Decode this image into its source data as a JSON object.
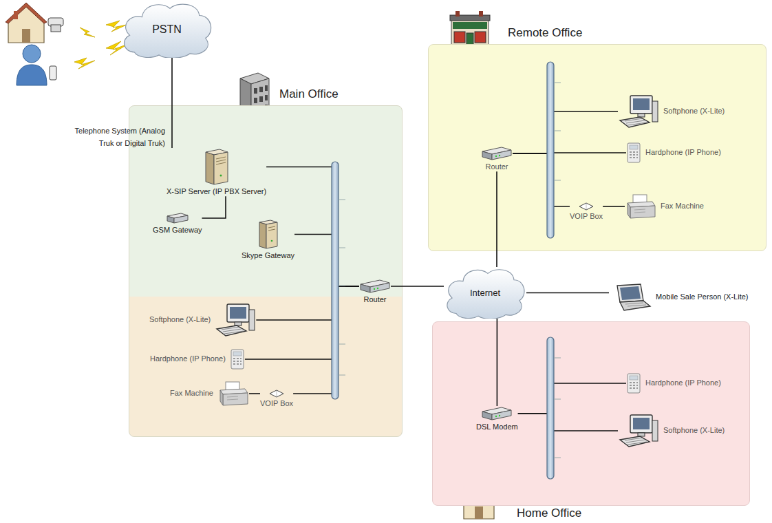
{
  "diagram": {
    "nodes": [
      {
        "text": [
          "PSTN"
        ]
      },
      {
        "text": [
          "Remote Office"
        ]
      },
      {
        "text": [
          "Main Office"
        ]
      },
      {
        "text": [
          "X-SIP Server (IP PBX Server)"
        ],
        "in": 2
      },
      {
        "text": [
          "GSM Gateway"
        ],
        "in": 2
      },
      {
        "text": [
          "Skype Gateway"
        ],
        "in": 2
      },
      {
        "text": [
          "Router"
        ],
        "in": 2
      },
      {
        "text": [
          "Softphone (X-Lite)"
        ],
        "in": 2
      },
      {
        "text": [
          "Hardphone (IP Phone)"
        ],
        "in": 2
      },
      {
        "text": [
          "Fax Machine"
        ],
        "in": 2
      },
      {
        "text": [
          "VOIP Box"
        ],
        "in": 2
      },
      {
        "text": [
          "Router"
        ],
        "in": 1
      },
      {
        "text": [
          "Softphone (X-Lite)"
        ],
        "in": 1
      },
      {
        "text": [
          "Hardphone (IP Phone)"
        ],
        "in": 1
      },
      {
        "text": [
          "Fax Machine"
        ],
        "in": 1
      },
      {
        "text": [
          "VOIP Box"
        ],
        "in": 1
      },
      {
        "text": [
          "Internet"
        ]
      },
      {
        "text": [
          "Mobile Sale Person (X-Lite)"
        ]
      },
      {
        "text": [
          "Home Office"
        ]
      },
      {
        "text": [
          "DSL Modem"
        ],
        "in": 18
      },
      {
        "text": [
          "Hardphone (IP Phone)"
        ],
        "in": 18
      },
      {
        "text": [
          "Softphone (X-Lite)"
        ],
        "in": 18
      }
    ],
    "edges": [
      {
        "from": 0,
        "to": 3,
        "arrow": "none"
      },
      {
        "from": 4,
        "to": 3,
        "arrow": "none"
      },
      {
        "from": 3,
        "to": 6,
        "arrow": "none"
      },
      {
        "from": 5,
        "to": 6,
        "arrow": "none"
      },
      {
        "from": 7,
        "to": 6,
        "arrow": "none"
      },
      {
        "from": 8,
        "to": 6,
        "arrow": "none"
      },
      {
        "from": 9,
        "to": 10,
        "arrow": "none"
      },
      {
        "from": 10,
        "to": 6,
        "arrow": "none"
      },
      {
        "from": 6,
        "to": 16,
        "arrow": "none"
      },
      {
        "from": 11,
        "to": 16,
        "arrow": "none"
      },
      {
        "from": 12,
        "to": 11,
        "arrow": "none"
      },
      {
        "from": 13,
        "to": 11,
        "arrow": "none"
      },
      {
        "from": 15,
        "to": 11,
        "arrow": "none"
      },
      {
        "from": 14,
        "to": 15,
        "arrow": "none"
      },
      {
        "from": 16,
        "to": 17,
        "arrow": "none"
      },
      {
        "from": 16,
        "to": 19,
        "arrow": "none"
      },
      {
        "from": 20,
        "to": 19,
        "arrow": "none"
      },
      {
        "from": 21,
        "to": 19,
        "arrow": "none"
      }
    ],
    "labels": [
      "Telephone System (Analog Truk or Digital Truk)"
    ]
  }
}
